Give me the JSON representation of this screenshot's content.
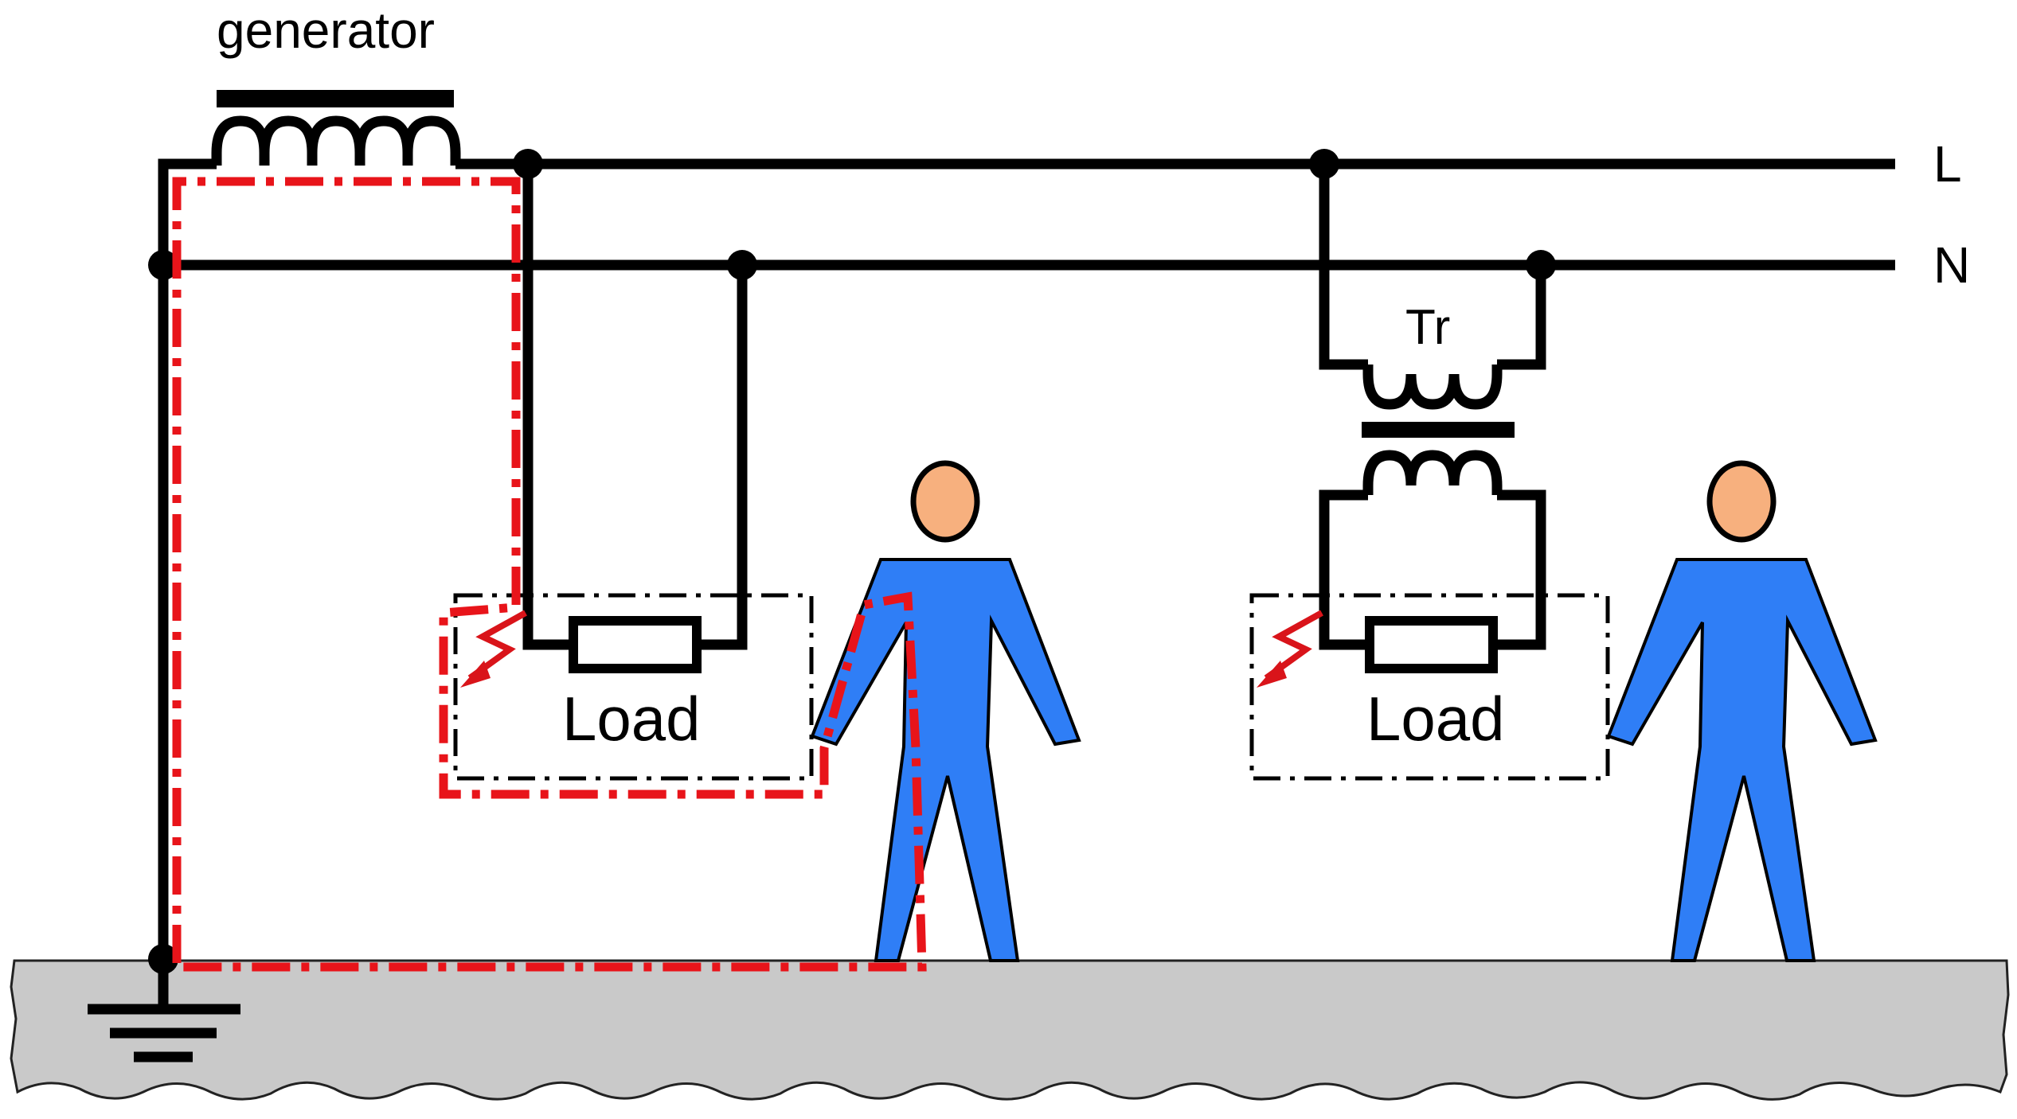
{
  "labels": {
    "generator": "generator",
    "line_l": "L",
    "line_n": "N",
    "transformer": "Tr",
    "load_left": "Load",
    "load_right": "Load"
  },
  "colors": {
    "wire": "#000000",
    "fault_path": "#e8141a",
    "person_body": "#2f7ef6",
    "person_head": "#f7b07e",
    "ground": "#c9c9c9"
  }
}
